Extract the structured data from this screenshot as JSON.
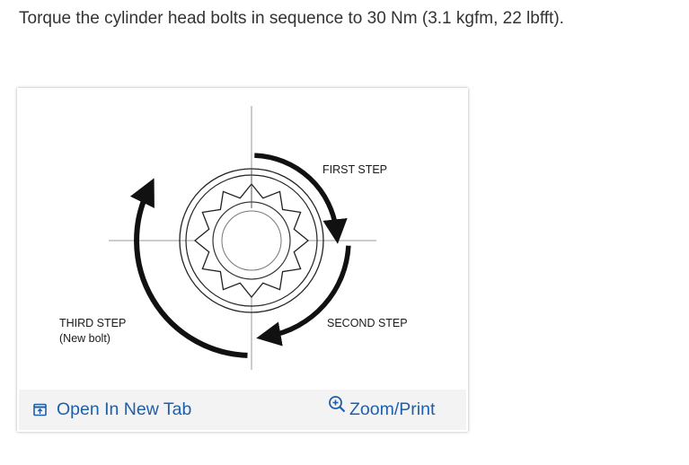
{
  "instruction": {
    "text": "Torque the cylinder head bolts in sequence to 30 Nm (3.1 kgfm, 22 lbfft)."
  },
  "figure": {
    "labels": {
      "first_step": "FIRST STEP",
      "second_step": "SECOND STEP",
      "third_step_line1": "THIRD STEP",
      "third_step_line2": "(New bolt)"
    },
    "colors": {
      "line": "#111111",
      "axis": "#9a9a9a"
    }
  },
  "toolbar": {
    "open_label": "Open In New Tab",
    "zoom_label": "Zoom/Print",
    "link_color": "#1f5fa8",
    "open_icon": "open-new-tab-icon",
    "zoom_icon": "zoom-in-icon"
  }
}
